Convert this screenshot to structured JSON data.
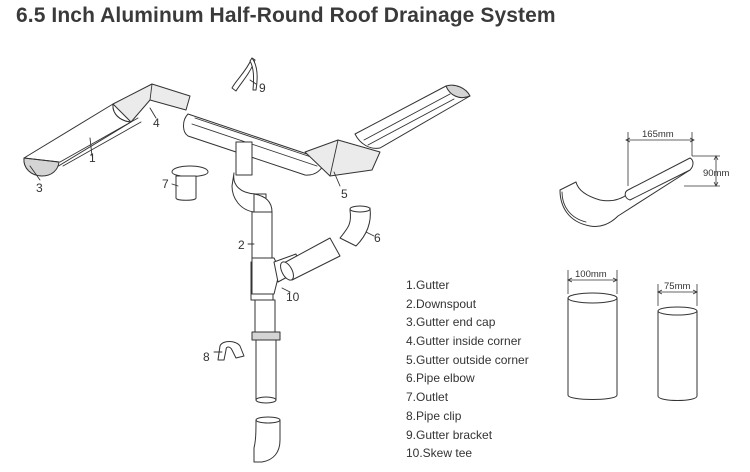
{
  "title": "6.5 Inch Aluminum Half-Round Roof Drainage System",
  "callouts": [
    {
      "number": "1",
      "part": "gutter"
    },
    {
      "number": "2",
      "part": "downspout"
    },
    {
      "number": "3",
      "part": "gutter-end-cap"
    },
    {
      "number": "4",
      "part": "gutter-inside-corner"
    },
    {
      "number": "5",
      "part": "gutter-outside-corner"
    },
    {
      "number": "6",
      "part": "pipe-elbow"
    },
    {
      "number": "7",
      "part": "outlet"
    },
    {
      "number": "8",
      "part": "pipe-clip"
    },
    {
      "number": "9",
      "part": "gutter-bracket"
    },
    {
      "number": "10",
      "part": "skew-tee"
    }
  ],
  "legend": [
    "1.Gutter",
    "2.Downspout",
    "3.Gutter end cap",
    "4.Gutter inside corner",
    "5.Gutter outside corner",
    "6.Pipe elbow",
    "7.Outlet",
    "8.Pipe clip",
    "9.Gutter bracket",
    "10.Skew tee"
  ],
  "dimensions": {
    "gutter_width": "165mm",
    "gutter_height": "90mm",
    "pipe_large": "100mm",
    "pipe_small": "75mm"
  }
}
